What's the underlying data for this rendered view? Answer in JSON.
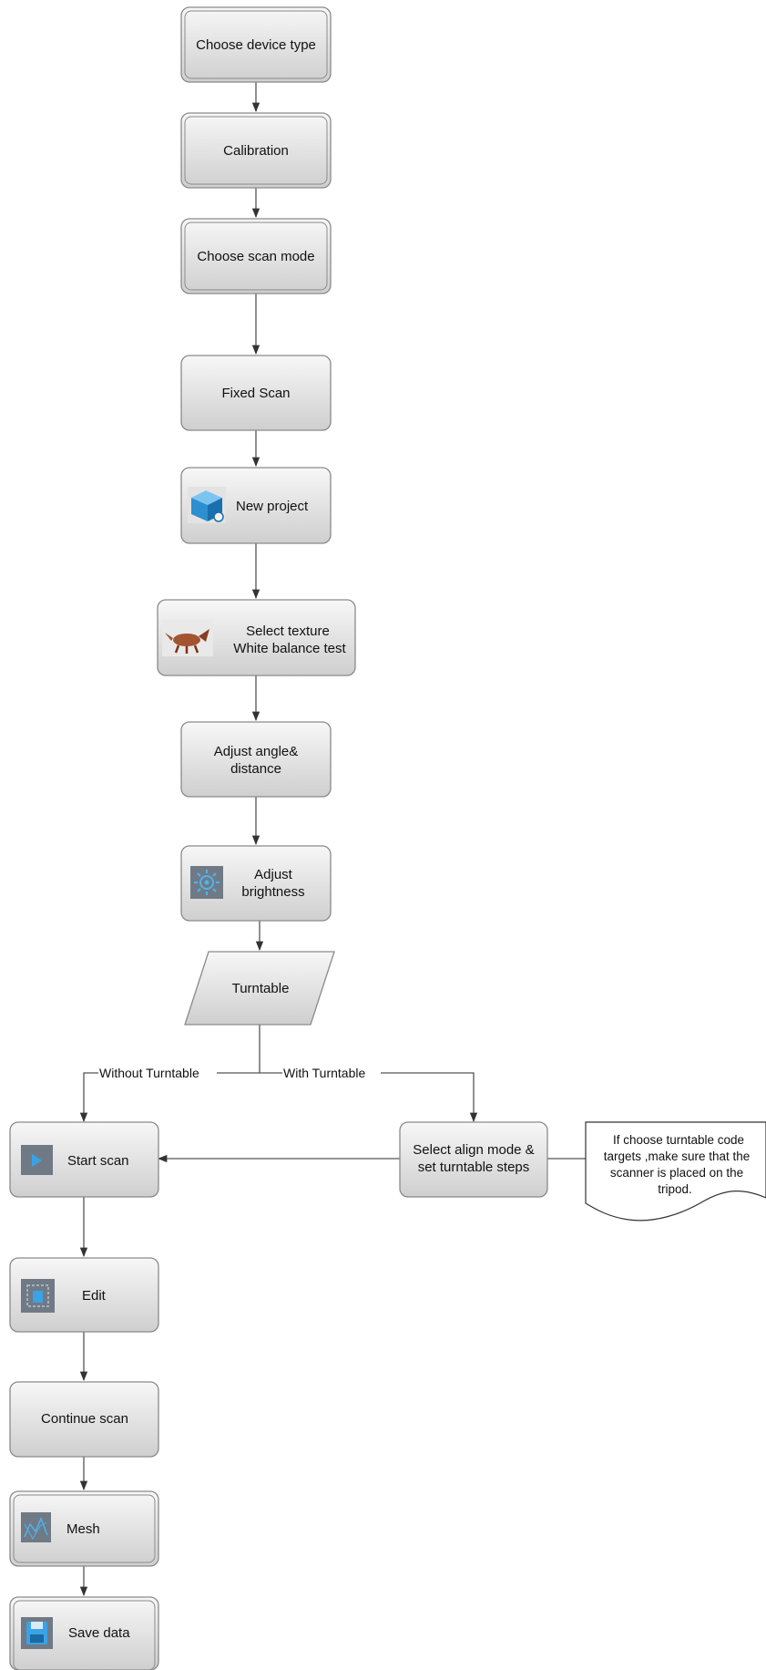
{
  "steps": {
    "choose_device_type": "Choose device type",
    "calibration": "Calibration",
    "choose_scan_mode": "Choose scan mode",
    "fixed_scan": "Fixed Scan",
    "new_project": "New project",
    "select_texture": [
      "Select texture",
      "White balance test"
    ],
    "adjust_angle": [
      "Adjust angle&",
      "distance"
    ],
    "adjust_brightness": [
      "Adjust",
      "brightness"
    ],
    "turntable": "Turntable",
    "start_scan": "Start scan",
    "select_align": [
      "Select align mode &",
      "set turntable steps"
    ],
    "edit": "Edit",
    "continue_scan": "Continue scan",
    "mesh": "Mesh",
    "save_data": "Save data"
  },
  "edges": {
    "without_turntable": "Without Turntable",
    "with_turntable": "With Turntable"
  },
  "note": [
    "If choose turntable code",
    "targets ,make sure that the",
    "scanner is placed on the",
    "tripod."
  ],
  "icons": {
    "new_project": "cube-icon",
    "select_texture": "dinosaur-image-icon",
    "adjust_brightness": "sun-gear-icon",
    "start_scan": "play-icon",
    "edit": "edit-grid-icon",
    "mesh": "mesh-icon",
    "save_data": "floppy-disk-icon"
  },
  "colors": {
    "box_fill_top": "#f7f7f7",
    "box_fill_bottom": "#cfcfcf",
    "box_stroke": "#8a8a8a",
    "arrow": "#333333",
    "icon_bg": "#6f7a86",
    "icon_blue": "#3a9bd8"
  }
}
